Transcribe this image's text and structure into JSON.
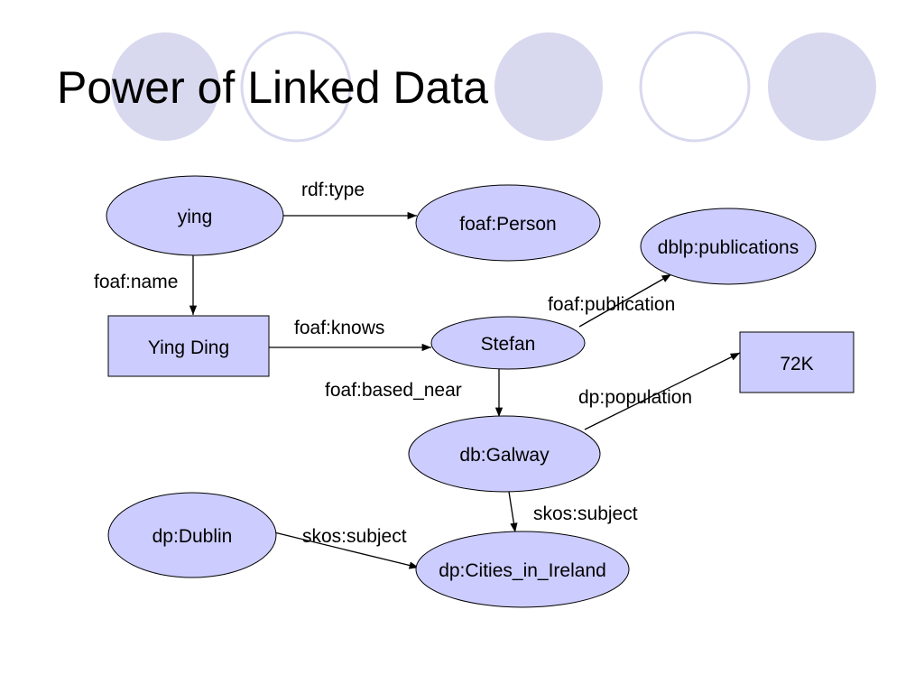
{
  "slide": {
    "title": "Power of Linked Data"
  },
  "colors": {
    "node_fill": "#ccccff",
    "node_stroke": "#000000",
    "deco_filled": "#d8d8ef",
    "deco_ring": "#d8d8ef"
  },
  "nodes": {
    "ying": {
      "label": "ying",
      "shape": "ellipse"
    },
    "foaf_person": {
      "label": "foaf:Person",
      "shape": "ellipse"
    },
    "dblp_publications": {
      "label": "dblp:publications",
      "shape": "ellipse"
    },
    "ying_ding": {
      "label": "Ying Ding",
      "shape": "rectangle"
    },
    "stefan": {
      "label": "Stefan",
      "shape": "ellipse"
    },
    "k72": {
      "label": "72K",
      "shape": "rectangle"
    },
    "db_galway": {
      "label": "db:Galway",
      "shape": "ellipse"
    },
    "dp_dublin": {
      "label": "dp:Dublin",
      "shape": "ellipse"
    },
    "dp_cities": {
      "label": "dp:Cities_in_Ireland",
      "shape": "ellipse"
    }
  },
  "edges": {
    "ying_type": {
      "from": "ying",
      "to": "foaf_person",
      "label": "rdf:type"
    },
    "ying_name": {
      "from": "ying",
      "to": "ying_ding",
      "label": "foaf:name"
    },
    "knows": {
      "from": "ying_ding",
      "to": "stefan",
      "label": "foaf:knows"
    },
    "publication": {
      "from": "stefan",
      "to": "dblp_publications",
      "label": "foaf:publication"
    },
    "based_near": {
      "from": "stefan",
      "to": "db_galway",
      "label": "foaf:based_near"
    },
    "population": {
      "from": "db_galway",
      "to": "k72",
      "label": "dp:population"
    },
    "galway_subject": {
      "from": "db_galway",
      "to": "dp_cities",
      "label": "skos:subject"
    },
    "dublin_subject": {
      "from": "dp_dublin",
      "to": "dp_cities",
      "label": "skos:subject"
    }
  }
}
